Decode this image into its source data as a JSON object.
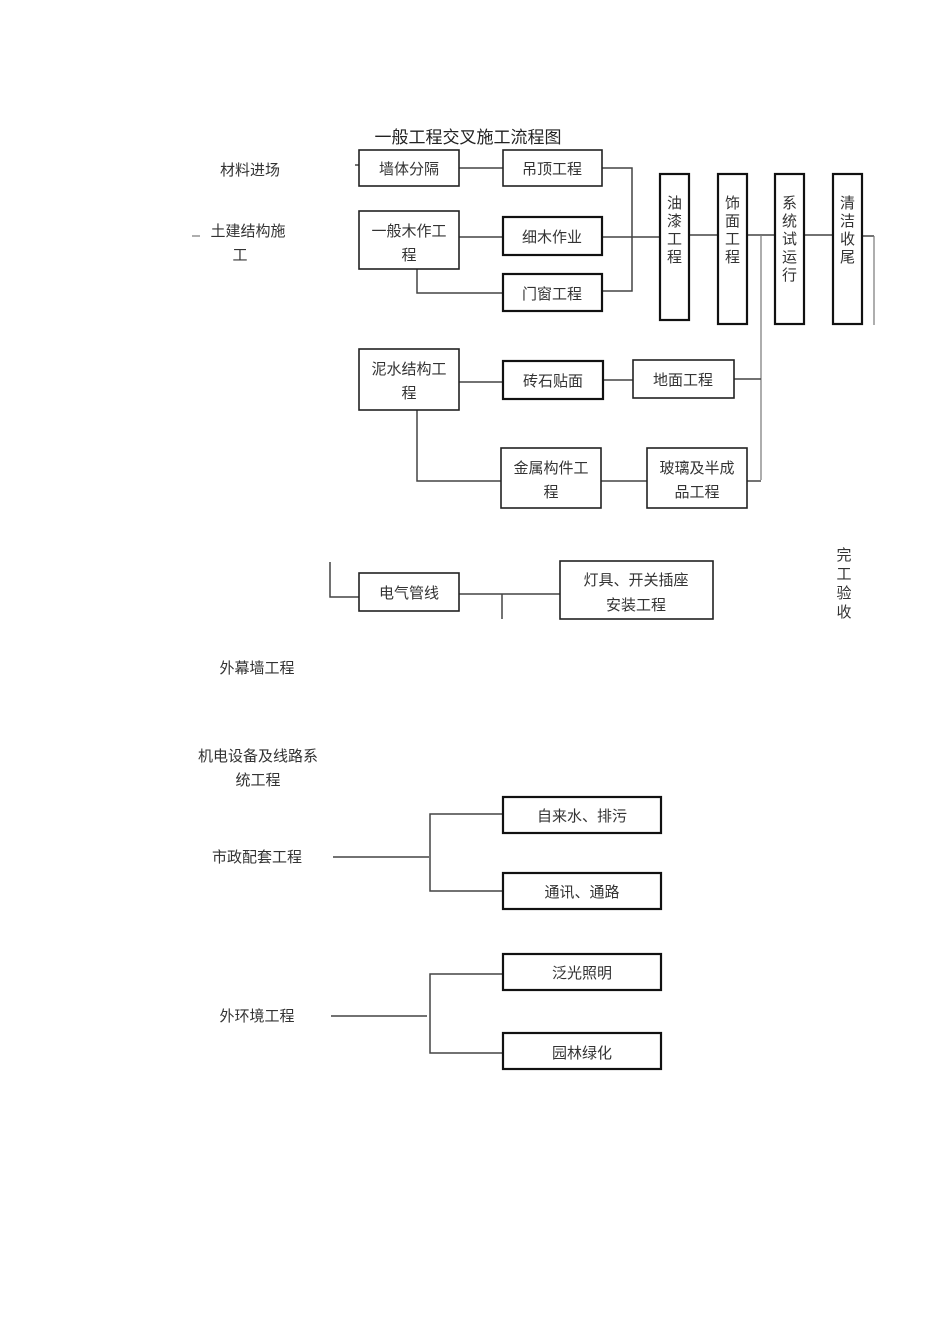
{
  "title": "一般工程交叉施工流程图",
  "side_labels": {
    "materials": "材料进场",
    "civil_line1": "土建结构施",
    "civil_line2": "工",
    "curtain_wall": "外幕墙工程",
    "mep_line1": "机电设备及线路系",
    "mep_line2": "统工程",
    "municipal": "市政配套工程",
    "exterior": "外环境工程",
    "completion": [
      "完",
      "工",
      "验",
      "收"
    ]
  },
  "boxes": {
    "partition": "墙体分隔",
    "ceiling": "吊顶工程",
    "general_wood_line1": "一般木作工",
    "general_wood_line2": "程",
    "fine_wood": "细木作业",
    "doors_windows": "门窗工程",
    "masonry_line1": "泥水结构工",
    "masonry_line2": "程",
    "tile": "砖石贴面",
    "floor": "地面工程",
    "metal_line1": "金属构件工",
    "metal_line2": "程",
    "glass_line1": "玻璃及半成",
    "glass_line2": "品工程",
    "electrical_conduit": "电气管线",
    "lighting_line1": "灯具、开关插座",
    "lighting_line2": "安装工程",
    "water_sewage": "自来水、排污",
    "telecom_road": "通讯、通路",
    "floodlight": "泛光照明",
    "landscaping": "园林绿化"
  },
  "stages": {
    "painting": [
      "油",
      "漆",
      "工",
      "程"
    ],
    "finishing": [
      "饰",
      "面",
      "工",
      "程"
    ],
    "system_test": [
      "系",
      "统",
      "试",
      "运",
      "行"
    ],
    "cleanup": [
      "清",
      "洁",
      "收",
      "尾"
    ]
  }
}
